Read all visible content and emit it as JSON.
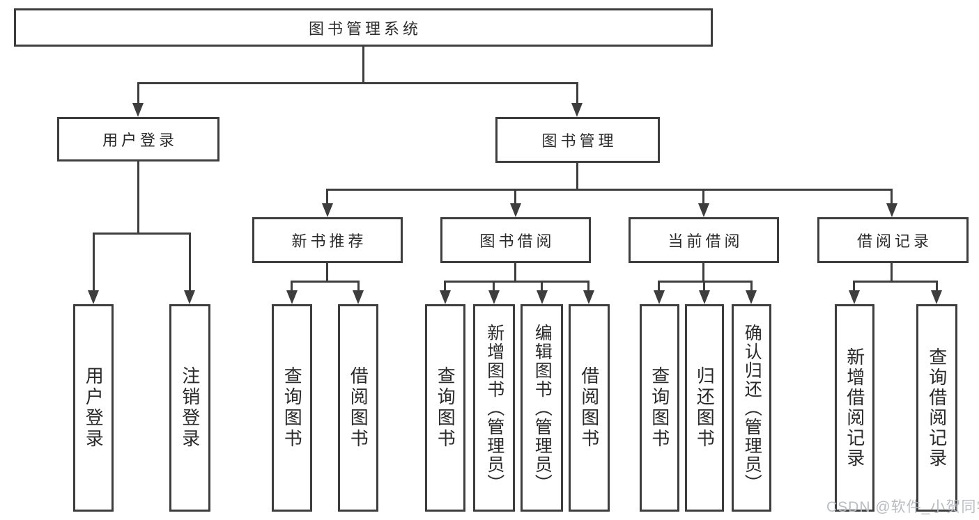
{
  "tree": {
    "root": {
      "label": "图书管理系统"
    },
    "level1": [
      {
        "label": "用户登录"
      },
      {
        "label": "图书管理"
      }
    ],
    "level2": [
      {
        "label": "新书推荐",
        "parent": "图书管理"
      },
      {
        "label": "图书借阅",
        "parent": "图书管理"
      },
      {
        "label": "当前借阅",
        "parent": "图书管理"
      },
      {
        "label": "借阅记录",
        "parent": "图书管理"
      }
    ],
    "leaves": [
      {
        "label": "用户登录",
        "parent": "用户登录"
      },
      {
        "label": "注销登录",
        "parent": "用户登录"
      },
      {
        "label": "查询图书",
        "parent": "新书推荐"
      },
      {
        "label": "借阅图书",
        "parent": "新书推荐"
      },
      {
        "label": "查询图书",
        "parent": "图书借阅"
      },
      {
        "label": "新增图书（管理员）",
        "parent": "图书借阅"
      },
      {
        "label": "编辑图书（管理员）",
        "parent": "图书借阅"
      },
      {
        "label": "借阅图书",
        "parent": "图书借阅"
      },
      {
        "label": "查询图书",
        "parent": "当前借阅"
      },
      {
        "label": "归还图书",
        "parent": "当前借阅"
      },
      {
        "label": "确认归还（管理员）",
        "parent": "当前借阅"
      },
      {
        "label": "新增借阅记录",
        "parent": "借阅记录"
      },
      {
        "label": "查询借阅记录",
        "parent": "借阅记录"
      }
    ]
  },
  "watermark": {
    "text": "CSDN @软件_小贺同学"
  },
  "colors": {
    "line": "#3d3d3d",
    "text": "#2a2a2a",
    "watermark": "#b6bac0",
    "background": "#ffffff"
  }
}
